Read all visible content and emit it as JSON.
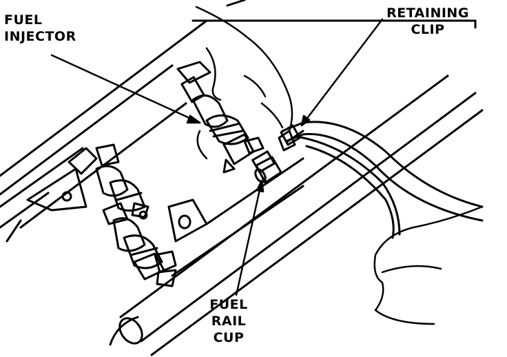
{
  "labels": {
    "fuel_injector": [
      "FUEL",
      "INJECTOR"
    ],
    "retaining_clip": [
      "RETAINING",
      "CLIP"
    ],
    "fuel_rail_cup": [
      "FUEL",
      "RAIL",
      "CUP"
    ]
  },
  "colors": {
    "ink": "#000000",
    "paper": "#ffffff"
  }
}
